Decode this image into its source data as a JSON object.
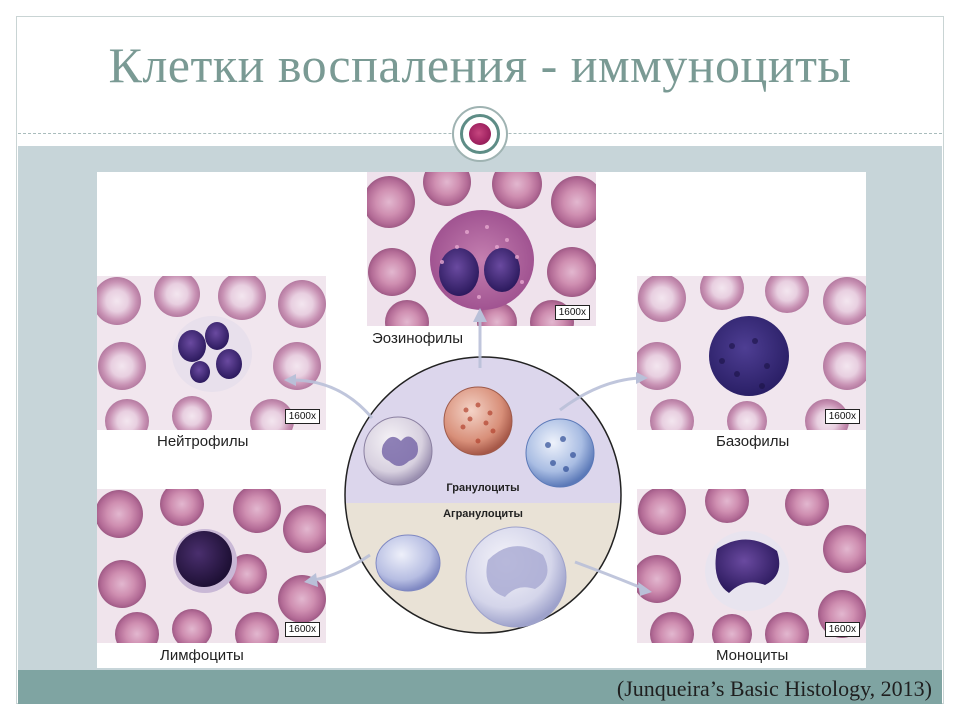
{
  "slide": {
    "title": "Клетки воспаления - иммуноциты",
    "citation": "(Junqueira’s Basic Histology, 2013)"
  },
  "micrographs": [
    {
      "id": "eosinophils",
      "label": "Эозинофилы",
      "scale": "1600x"
    },
    {
      "id": "neutrophils",
      "label": "Нейтрофилы",
      "scale": "1600x"
    },
    {
      "id": "basophils",
      "label": "Базофилы",
      "scale": "1600x"
    },
    {
      "id": "lymphocytes",
      "label": "Лимфоциты",
      "scale": "1600x"
    },
    {
      "id": "monocytes",
      "label": "Моноциты",
      "scale": "1600x"
    }
  ],
  "diagram": {
    "granulocytes_label": "Гранулоциты",
    "agranulocytes_label": "Агранулоциты"
  },
  "colors": {
    "title": "#7a9a94",
    "band": "#c7d5d9",
    "footer": "#7fa4a2",
    "granulocyte_region": "#dcd6ec",
    "agranulocyte_region": "#e9e2d6"
  }
}
